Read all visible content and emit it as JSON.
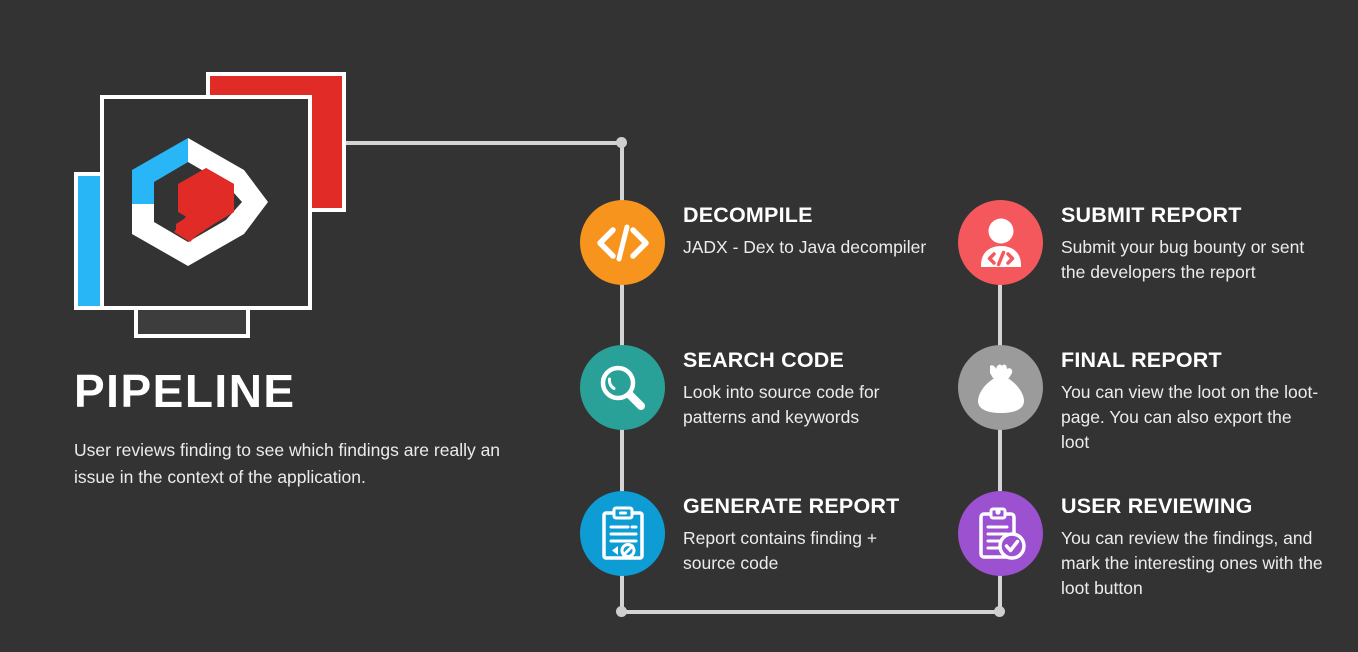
{
  "page": {
    "background_color": "#333333",
    "title": "PIPELINE",
    "description": "User reviews finding to see which findings are really an issue in the context of the application."
  },
  "logo": {
    "name": "stacked-cards-hexagon-logo",
    "card_blue_color": "#29b6f6",
    "card_red_color": "#e02b27",
    "card_front_color": "#333333",
    "hex_ring_color": "#ffffff",
    "hex_accent_color": "#29b6f6",
    "hex_inner_color": "#e02b27"
  },
  "connector": {
    "color": "#d4d4d4",
    "dot_color": "#cfcfcf"
  },
  "steps": [
    {
      "id": "decompile",
      "title": "DECOMPILE",
      "desc": "JADX - Dex to Java decompiler",
      "color": "#f7941d",
      "icon": "code-brackets-icon",
      "column": "left"
    },
    {
      "id": "search-code",
      "title": "SEARCH CODE",
      "desc": "Look into source code for patterns and keywords",
      "color": "#2aa198",
      "icon": "magnifier-icon",
      "column": "left"
    },
    {
      "id": "generate-report",
      "title": "GENERATE REPORT",
      "desc": "Report contains finding + source code",
      "color": "#0d9dd4",
      "icon": "clipboard-code-icon",
      "column": "left"
    },
    {
      "id": "submit-report",
      "title": "SUBMIT REPORT",
      "desc": "Submit your bug bounty or sent the developers the report",
      "color": "#f4585c",
      "icon": "developer-person-icon",
      "column": "right"
    },
    {
      "id": "final-report",
      "title": "FINAL REPORT",
      "desc": "You can view the loot on the loot-page. You can also export the loot",
      "color": "#9b9b9b",
      "icon": "loot-bag-icon",
      "column": "right"
    },
    {
      "id": "user-reviewing",
      "title": "USER REVIEWING",
      "desc": "You can review the findings, and mark the interesting ones with the loot button",
      "color": "#9b51d0",
      "icon": "clipboard-check-icon",
      "column": "right"
    }
  ]
}
